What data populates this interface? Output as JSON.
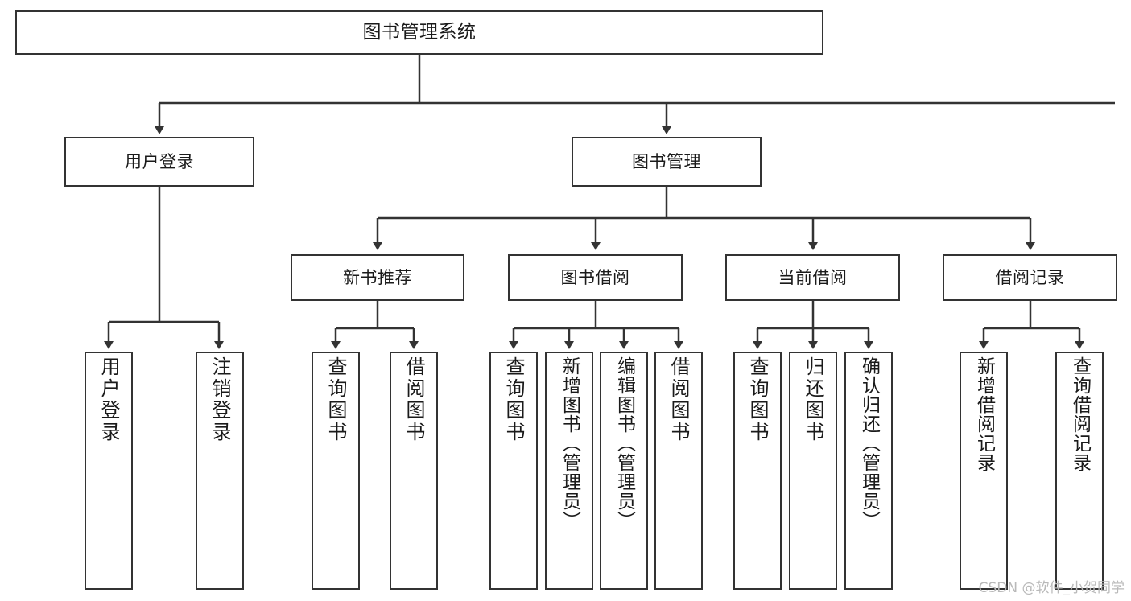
{
  "diagram": {
    "title": "图书管理系统",
    "type": "hierarchy-tree",
    "watermark": "CSDN @软件_小贺同学",
    "colors": {
      "box_border": "#333333",
      "box_fill": "#ffffff",
      "connector": "#333333",
      "text": "#1a1a1a",
      "watermark": "#b9b9b9"
    },
    "levels": {
      "root": {
        "label": "图书管理系统"
      },
      "level1": [
        {
          "label": "用户登录"
        },
        {
          "label": "图书管理"
        }
      ],
      "level2": [
        {
          "label": "新书推荐"
        },
        {
          "label": "图书借阅"
        },
        {
          "label": "当前借阅"
        },
        {
          "label": "借阅记录"
        }
      ],
      "leaves": [
        {
          "label": "用户登录",
          "parent": "用户登录"
        },
        {
          "label": "注销登录",
          "parent": "用户登录"
        },
        {
          "label": "查询图书",
          "parent": "新书推荐"
        },
        {
          "label": "借阅图书",
          "parent": "新书推荐"
        },
        {
          "label": "查询图书",
          "parent": "图书借阅"
        },
        {
          "label": "新增图书（管理员）",
          "parent": "图书借阅"
        },
        {
          "label": "编辑图书（管理员）",
          "parent": "图书借阅"
        },
        {
          "label": "借阅图书",
          "parent": "图书借阅"
        },
        {
          "label": "查询图书",
          "parent": "当前借阅"
        },
        {
          "label": "归还图书",
          "parent": "当前借阅"
        },
        {
          "label": "确认归还（管理员）",
          "parent": "当前借阅"
        },
        {
          "label": "新增借阅记录",
          "parent": "借阅记录"
        },
        {
          "label": "查询借阅记录",
          "parent": "借阅记录"
        }
      ]
    }
  }
}
